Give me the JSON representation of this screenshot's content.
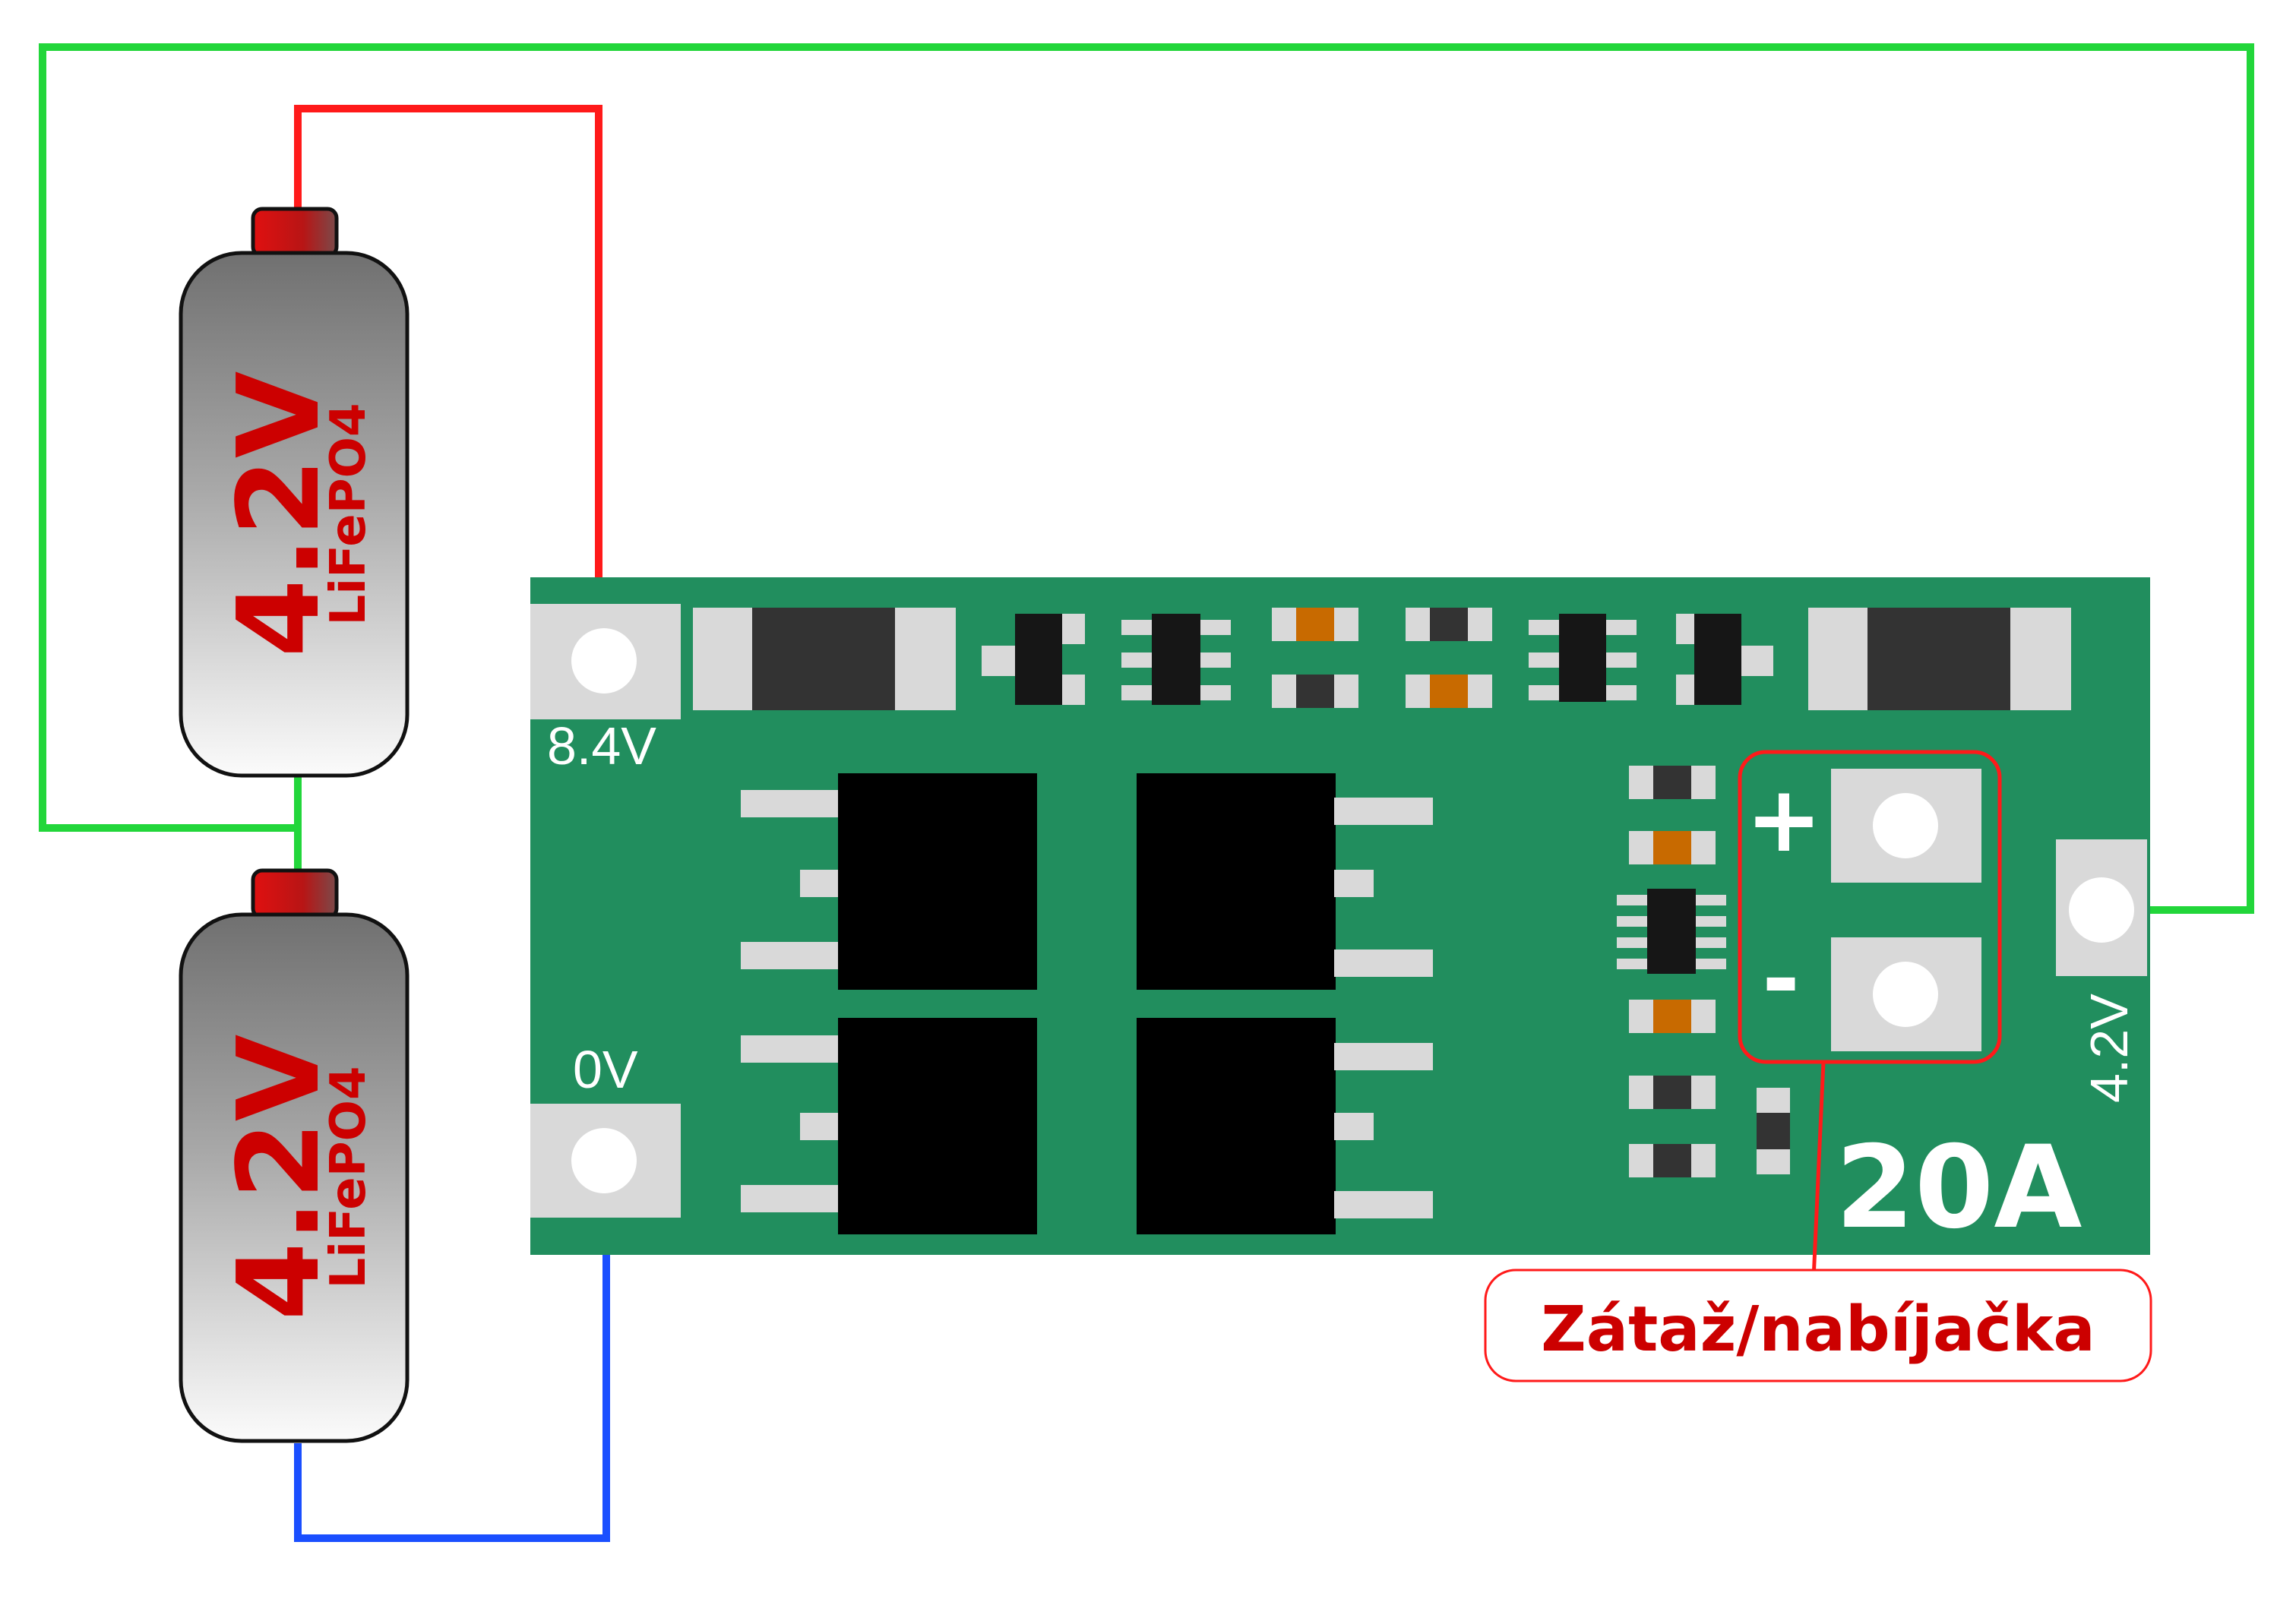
{
  "batteries": [
    {
      "voltage": "4.2V",
      "chemistry": "LiFePO4"
    },
    {
      "voltage": "4.2V",
      "chemistry": "LiFePO4"
    }
  ],
  "board": {
    "pad_top_label": "8.4V",
    "pad_bottom_label": "0V",
    "pad_right_label": "4.2V",
    "current_rating": "20A",
    "output_plus": "+",
    "output_minus": "-"
  },
  "load_label": "Zátaž/nabíjačka",
  "colors": {
    "board_green": "#218e5e",
    "wire_red": "#ff1a1a",
    "wire_green": "#22d63a",
    "wire_blue": "#1a4fff",
    "label_red": "#cc0000",
    "pad_grey": "#d9d9d9",
    "battery_cap": "#d41616"
  }
}
